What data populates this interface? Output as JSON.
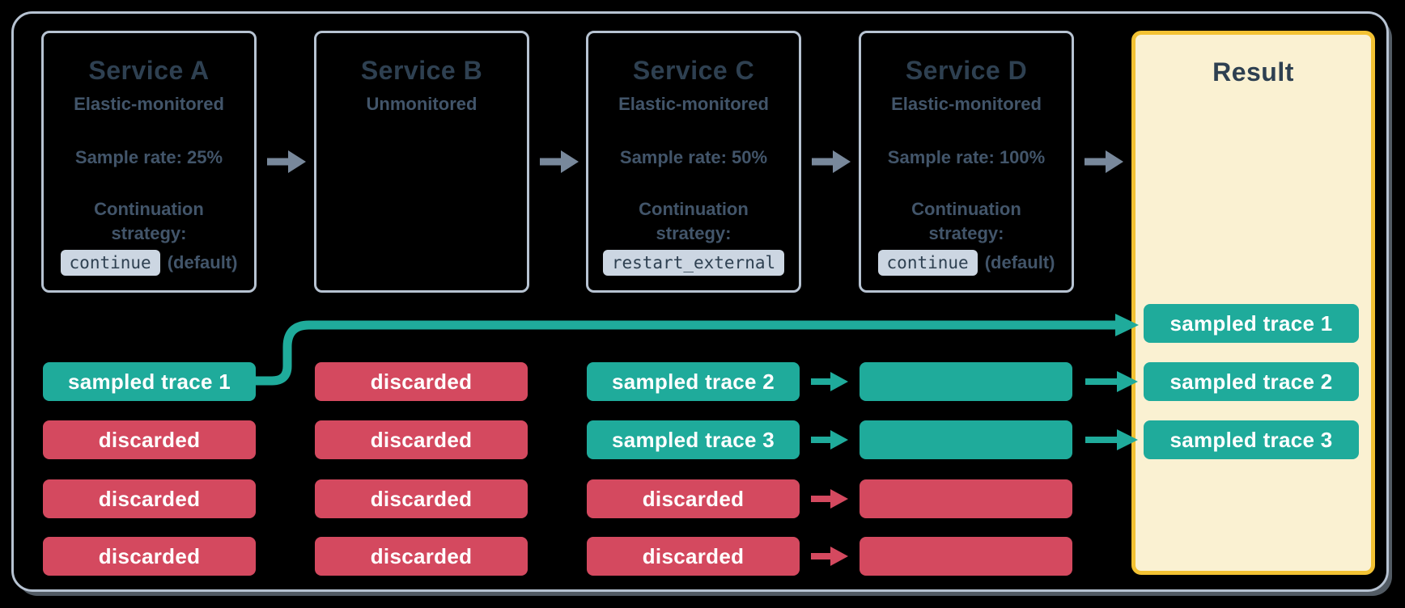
{
  "services": [
    {
      "title": "Service A",
      "monitoring": "Elastic-monitored",
      "sample_rate": "Sample rate: 25%",
      "strategy_label": "Continuation strategy:",
      "strategy_code": "continue",
      "strategy_suffix": "(default)"
    },
    {
      "title": "Service B",
      "monitoring": "Unmonitored"
    },
    {
      "title": "Service C",
      "monitoring": "Elastic-monitored",
      "sample_rate": "Sample rate: 50%",
      "strategy_label": "Continuation strategy:",
      "strategy_code": "restart_external"
    },
    {
      "title": "Service D",
      "monitoring": "Elastic-monitored",
      "sample_rate": "Sample rate: 100%",
      "strategy_label": "Continuation strategy:",
      "strategy_code": "continue",
      "strategy_suffix": "(default)"
    }
  ],
  "result": {
    "title": "Result"
  },
  "grid": {
    "service_a": [
      {
        "label": "sampled trace 1",
        "kind": "sampled"
      },
      {
        "label": "discarded",
        "kind": "discarded"
      },
      {
        "label": "discarded",
        "kind": "discarded"
      },
      {
        "label": "discarded",
        "kind": "discarded"
      }
    ],
    "service_b": [
      {
        "label": "discarded",
        "kind": "discarded"
      },
      {
        "label": "discarded",
        "kind": "discarded"
      },
      {
        "label": "discarded",
        "kind": "discarded"
      },
      {
        "label": "discarded",
        "kind": "discarded"
      }
    ],
    "service_c": [
      {
        "label": "sampled trace 2",
        "kind": "sampled"
      },
      {
        "label": "sampled trace 3",
        "kind": "sampled"
      },
      {
        "label": "discarded",
        "kind": "discarded"
      },
      {
        "label": "discarded",
        "kind": "discarded"
      }
    ],
    "service_d": [
      {
        "label": "",
        "kind": "sampled"
      },
      {
        "label": "",
        "kind": "sampled"
      },
      {
        "label": "",
        "kind": "discarded"
      },
      {
        "label": "",
        "kind": "discarded"
      }
    ],
    "result_traces": [
      {
        "label": "sampled trace 1",
        "kind": "sampled"
      },
      {
        "label": "sampled trace 2",
        "kind": "sampled"
      },
      {
        "label": "sampled trace 3",
        "kind": "sampled"
      }
    ]
  },
  "colors": {
    "background": "#000000",
    "frame_border": "#b7c3d2",
    "card_border": "#b7c3d2",
    "title_text": "#2e4051",
    "body_text": "#42556a",
    "chip_background": "#ccd6e2",
    "sampled_teal": "#1fab9b",
    "discarded_red": "#d4495f",
    "arrow_gray": "#78889b",
    "result_background": "#faf1d2",
    "result_border": "#f3c233",
    "trace_text": "#ffffff"
  }
}
